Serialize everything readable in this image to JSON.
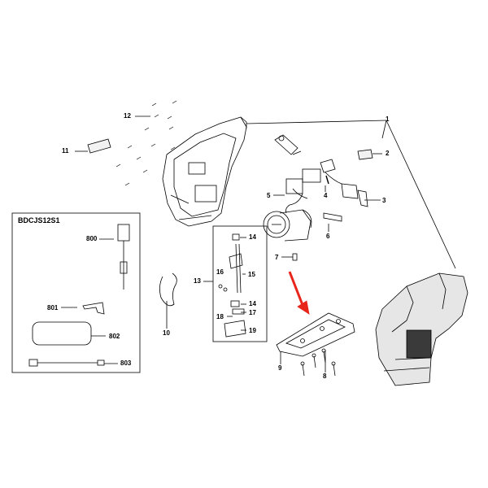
{
  "kit": {
    "title": "BDCJS12S1"
  },
  "callouts": {
    "c1": "1",
    "c2": "2",
    "c3": "3",
    "c4": "4",
    "c5": "5",
    "c6": "6",
    "c7": "7",
    "c8": "8",
    "c9": "9",
    "c10": "10",
    "c11": "11",
    "c12": "12",
    "c13": "13",
    "c14a": "14",
    "c14b": "14",
    "c15": "15",
    "c16": "16",
    "c17": "17",
    "c18": "18",
    "c19": "19",
    "c800": "800",
    "c801": "801",
    "c802": "802",
    "c803": "803"
  },
  "colors": {
    "line": "#000000",
    "arrow": "#e8251b",
    "shade": "#d9d9d9"
  }
}
